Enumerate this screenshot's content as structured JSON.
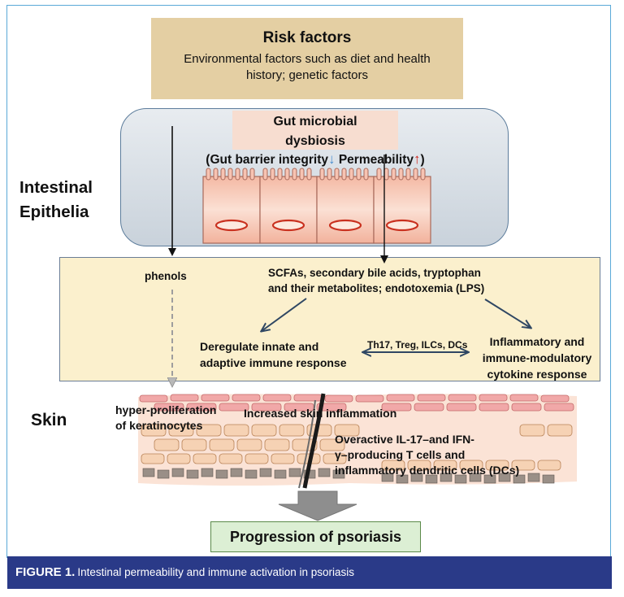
{
  "risk": {
    "title": "Risk factors",
    "line1": "Environmental factors such as diet and health",
    "line2": "history; genetic factors"
  },
  "gut": {
    "line1": "Gut microbial",
    "line2": "dysbiosis",
    "barrier": "(Gut barrier integrity",
    "permeability": "Permeability",
    "close": ")",
    "down_arrow": "↓",
    "up_arrow": "↑"
  },
  "intestinal_label": {
    "line1": "Intestinal",
    "line2": "Epithelia"
  },
  "panel": {
    "phenols": "phenols",
    "scfa_line1": "SCFAs, secondary bile acids, tryptophan",
    "scfa_line2": "and their metabolites; endotoxemia (LPS)",
    "dereg_line1": "Deregulate innate and",
    "dereg_line2": "adaptive immune response",
    "cells_label": "Th17, Treg, ILCs, DCs",
    "infl_line1": "Inflammatory and",
    "infl_line2": "immune-modulatory",
    "infl_line3": "cytokine response"
  },
  "skin": {
    "label": "Skin",
    "hyper_line1": "hyper-proliferation",
    "hyper_line2": "of keratinocytes",
    "inflammation": "Increased skin inflammation",
    "over_line1": "Overactive IL-17–and IFN-",
    "over_line2": "γ–producing T cells and",
    "over_line3": "inflammatory dendritic cells (DCs)"
  },
  "progression": "Progression of psoriasis",
  "caption": {
    "label": "FIGURE 1.",
    "text": "Intestinal permeability and immune activation in psoriasis"
  },
  "colors": {
    "risk_box": "#e4cfa3",
    "panel": "#fbf0cd",
    "progression_box": "#dcefd4",
    "caption_bar": "#2a3a88",
    "frame": "#5aa9d8",
    "arrow_down_blue": "#4a8fd0",
    "arrow_up_red": "#d0221a"
  }
}
